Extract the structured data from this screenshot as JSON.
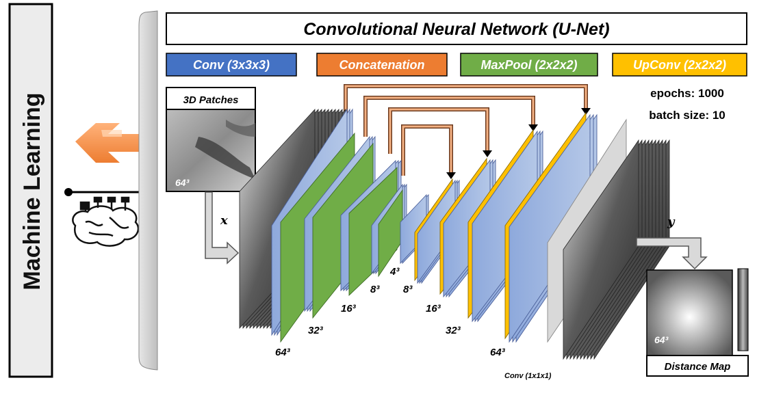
{
  "sidebar": {
    "label": "Machine Learning"
  },
  "title": "Convolutional Neural Network (U-Net)",
  "legend": [
    {
      "label": "Conv (3x3x3)",
      "color": "#4472C4"
    },
    {
      "label": "Concatenation",
      "color": "#ED7D31"
    },
    {
      "label": "MaxPool (2x2x2)",
      "color": "#70AD47"
    },
    {
      "label": "UpConv (2x2x2)",
      "color": "#FFC000"
    }
  ],
  "training": {
    "epochs": "epochs: 1000",
    "batch": "batch size: 10"
  },
  "input": {
    "title": "3D Patches",
    "size": "64³",
    "var": "x"
  },
  "output": {
    "title": "Distance Map",
    "size": "64³",
    "var": "y"
  },
  "sizes": {
    "enc1": "64³",
    "enc2": "32³",
    "enc3": "16³",
    "enc4": "8³",
    "bottom": "4³",
    "dec4": "8³",
    "dec3": "16³",
    "dec2": "32³",
    "dec1": "64³"
  },
  "final_conv": "Conv (1x1x1)",
  "icons": [
    "machine-learning-arrow-icon",
    "brain-circuit-icon"
  ]
}
